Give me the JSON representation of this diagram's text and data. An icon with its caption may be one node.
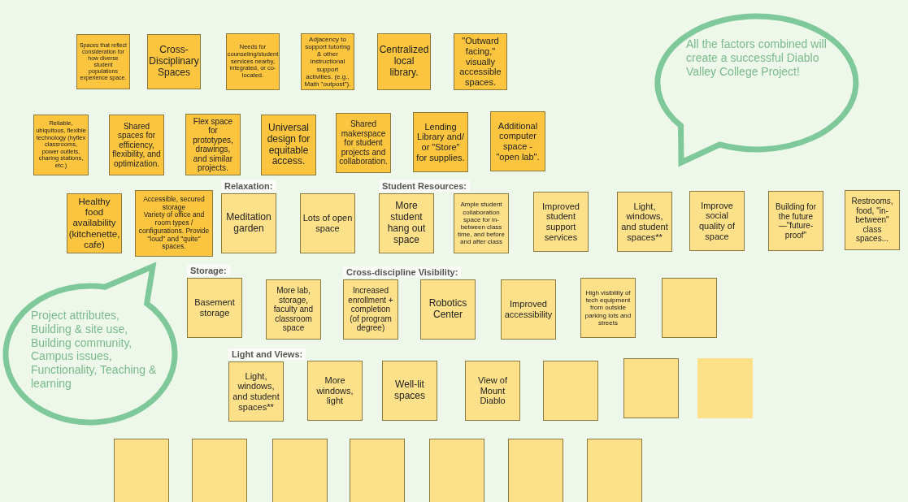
{
  "diagram": {
    "nodes": [
      {
        "text": [
          "Spaces that reflect consideration for how diverse student populations experience space."
        ]
      },
      {
        "text": [
          "Cross-Disciplinary Spaces"
        ]
      },
      {
        "text": [
          "Needs for counseling/student services nearby, integrated, or co-located."
        ]
      },
      {
        "text": [
          "Adjacency to support tutoring & other instructional support activities. (e.g., Math \"outpost\")."
        ]
      },
      {
        "text": [
          "Centralized local library."
        ]
      },
      {
        "text": [
          "\"Outward facing,\" visually accessible spaces."
        ]
      },
      {
        "text": [
          "Reliable, ubiquitous, flexible technology (hyflex classrooms, power outlets, charing stations, etc.)"
        ]
      },
      {
        "text": [
          "Shared spaces for efficiency, flexibility, and optimization."
        ]
      },
      {
        "text": [
          "Flex space for prototypes, drawings, and similar projects."
        ]
      },
      {
        "text": [
          "Universal design for equitable access."
        ]
      },
      {
        "text": [
          "Shared makerspace for student projects and collaboration."
        ]
      },
      {
        "text": [
          "Lending Library and/ or \"Store\" for supplies."
        ]
      },
      {
        "text": [
          "Additional computer space - \"open lab\"."
        ]
      },
      {
        "text": [
          "Healthy food availability (kitchenette, cafe)"
        ]
      },
      {
        "text": [
          "Accessible, secured storage",
          "Variety of office and room types / configurations. Provide \"loud\" and \"quite\" spaces."
        ]
      },
      {
        "text": [
          "Relaxation:",
          "Meditation garden"
        ]
      },
      {
        "text": [
          "Lots of open space"
        ]
      },
      {
        "text": [
          "Student Resources:",
          "More student hang out space"
        ]
      },
      {
        "text": [
          "Ample student collaboration space for in-between class time, and before and after class"
        ]
      },
      {
        "text": [
          "Improved student support services"
        ]
      },
      {
        "text": [
          "Light, windows, and student spaces**"
        ]
      },
      {
        "text": [
          "Improve social quality of space"
        ]
      },
      {
        "text": [
          "Building for the future—\"future-proof\""
        ]
      },
      {
        "text": [
          "Restrooms, food, \"in-between\" class spaces..."
        ]
      },
      {
        "text": [
          "Storage:",
          "Basement storage"
        ]
      },
      {
        "text": [
          "More lab, storage, faculty and classroom space"
        ]
      },
      {
        "text": [
          "Cross-discipline Visibility:",
          "Increased enrollment + completion (of program degree)"
        ]
      },
      {
        "text": [
          "Robotics Center"
        ]
      },
      {
        "text": [
          "Improved accessibility"
        ]
      },
      {
        "text": [
          "High visibility of tech equipment from outside parking lots and streets"
        ]
      },
      {
        "text": [],
        "shape": "box"
      },
      {
        "text": [
          "Light and Views:",
          "Light, windows, and student spaces**"
        ]
      },
      {
        "text": [
          "More windows, light"
        ]
      },
      {
        "text": [
          "Well-lit spaces"
        ]
      },
      {
        "text": [
          "View of Mount Diablo"
        ]
      },
      {
        "text": [],
        "shape": "box"
      },
      {
        "text": [],
        "shape": "box"
      },
      {
        "text": [],
        "shape": "box"
      },
      {
        "text": [],
        "shape": "box"
      },
      {
        "text": [],
        "shape": "box"
      },
      {
        "text": [],
        "shape": "box"
      },
      {
        "text": [],
        "shape": "box"
      },
      {
        "text": [],
        "shape": "box"
      },
      {
        "text": [],
        "shape": "box"
      },
      {
        "text": [],
        "shape": "box"
      },
      {
        "text": [
          "All the factors combined will create a successful Diablo Valley College Project!"
        ]
      },
      {
        "text": [
          "Project attributes, Building & site use, Building community, Campus issues, Functionality, Teaching & learning"
        ]
      }
    ]
  }
}
